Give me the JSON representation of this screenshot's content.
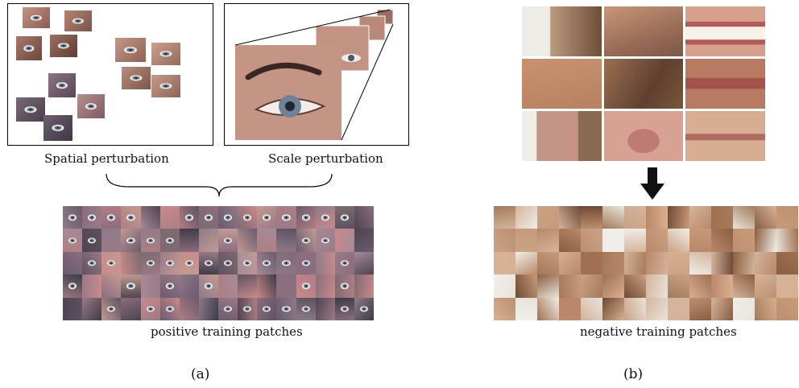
{
  "panel_a": {
    "spatial_label": "Spatial perturbation",
    "scale_label": "Scale perturbation",
    "positive_label": "positive training patches",
    "caption": "(a)"
  },
  "panel_b": {
    "negative_label": "negative training patches",
    "caption": "(b)"
  },
  "colors": {
    "skin": "#b98a76",
    "skin_dark": "#6f4a3e",
    "eye_purple": "#6a5a6e",
    "neg_light": "#d8c0a8"
  }
}
